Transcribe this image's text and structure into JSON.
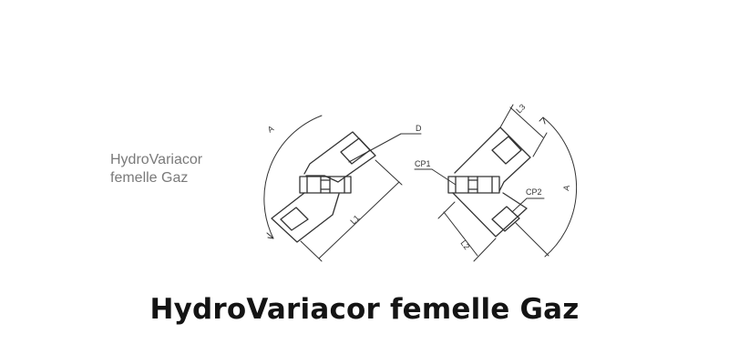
{
  "side_label": {
    "line1": "HydroVariacor",
    "line2": "femelle Gaz"
  },
  "title": "HydroVariacor femelle Gaz",
  "dimensions": {
    "A_left": "A",
    "D": "D",
    "L1": "L1",
    "CP1": "CP1",
    "L3": "L3",
    "CP2": "CP2",
    "L2": "L2",
    "A_right": "A"
  }
}
